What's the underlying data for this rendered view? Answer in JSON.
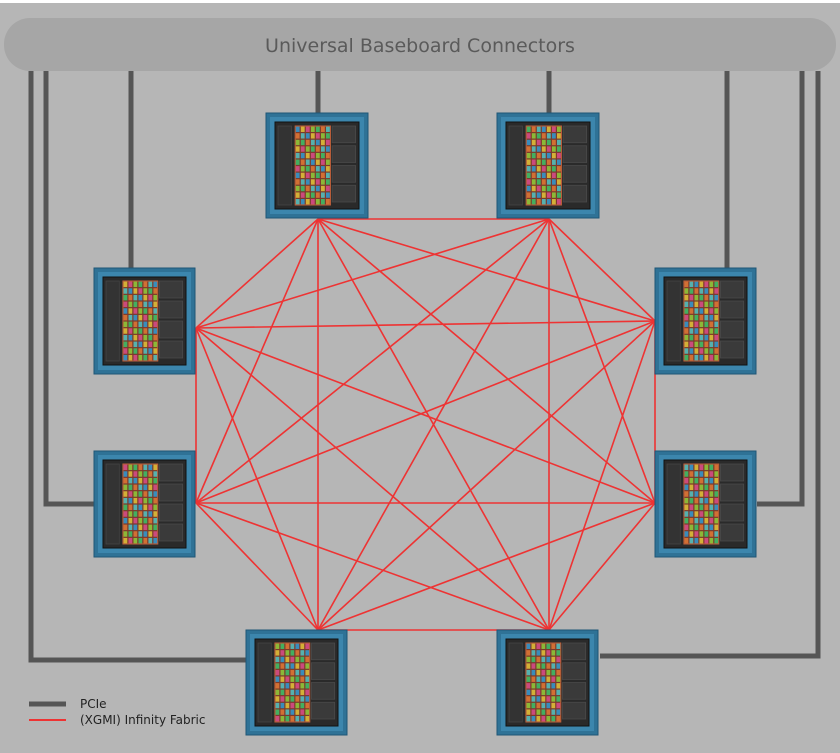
{
  "header": {
    "title": "Universal Baseboard Connectors"
  },
  "legend": {
    "items": [
      {
        "key": "pcie",
        "label": "PCIe",
        "color": "#555555"
      },
      {
        "key": "xgmi",
        "label": "(XGMI) Infinity Fabric",
        "color": "#ee3333"
      }
    ]
  },
  "colors": {
    "background": "#b6b6b6",
    "connector_bar": "#a6a6a6",
    "title_text": "#5a5a5a",
    "pcie": "#555555",
    "xgmi": "#ee3333",
    "gpu_frame": "#2f7296",
    "gpu_die": "#2a2a2a"
  },
  "gpus": [
    {
      "id": "gpu-1"
    },
    {
      "id": "gpu-2"
    },
    {
      "id": "gpu-3"
    },
    {
      "id": "gpu-4"
    },
    {
      "id": "gpu-5"
    },
    {
      "id": "gpu-6"
    },
    {
      "id": "gpu-7"
    },
    {
      "id": "gpu-8"
    }
  ],
  "topology": "fully-connected"
}
